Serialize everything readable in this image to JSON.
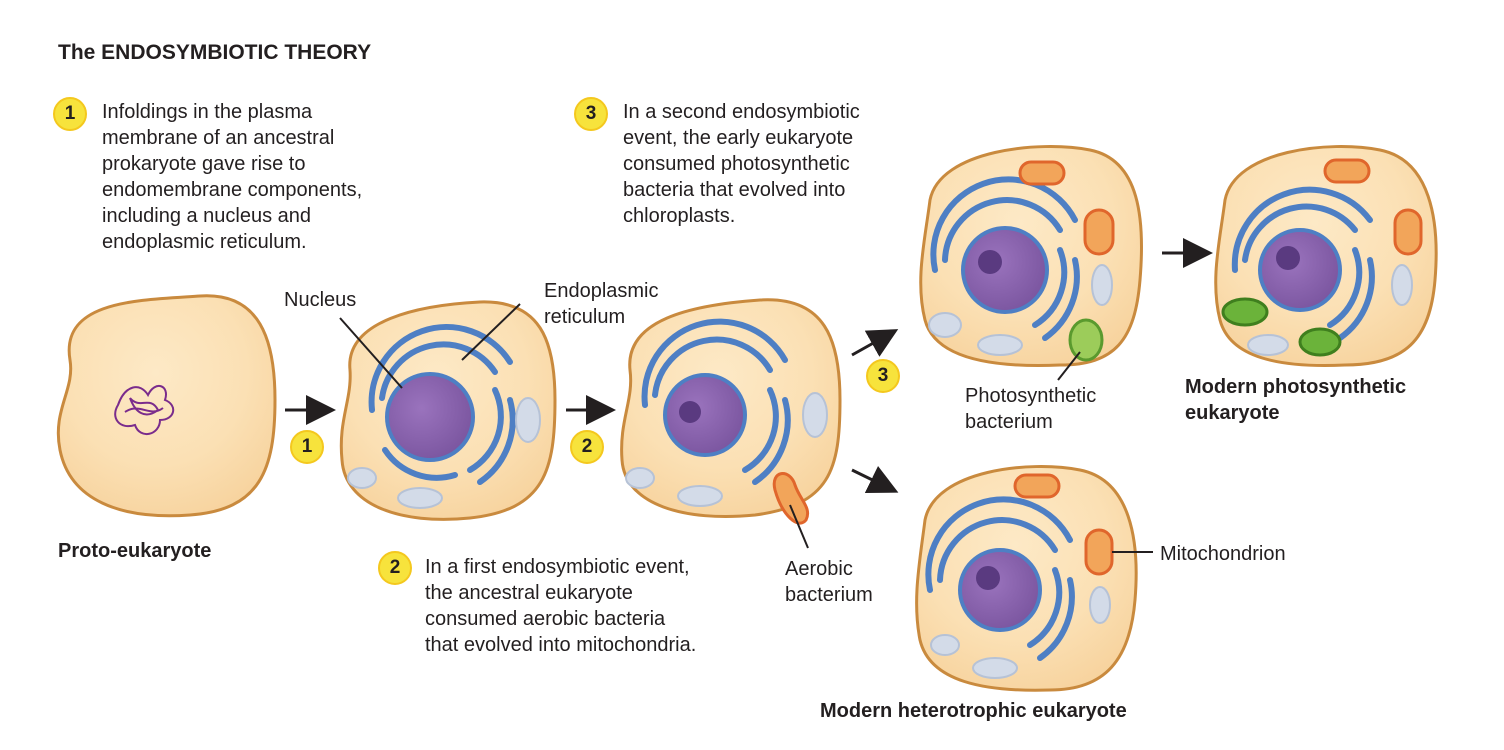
{
  "title": "The ENDOSYMBIOTIC THEORY",
  "steps": [
    {
      "number": "1",
      "text": "Infoldings in the plasma\nmembrane of an ancestral\nprokaryote gave rise to\nendomembrane components,\nincluding a nucleus and\nendoplasmic reticulum."
    },
    {
      "number": "2",
      "text": "In a first endosymbiotic event,\nthe ancestral eukaryote\nconsumed aerobic bacteria\nthat evolved into mitochondria."
    },
    {
      "number": "3",
      "text": "In a second endosymbiotic\nevent, the early eukaryote\nconsumed photosynthetic\nbacteria that evolved into\nchloroplasts."
    }
  ],
  "labels": {
    "nucleus": "Nucleus",
    "er": "Endoplasmic\nreticulum",
    "aerobic": "Aerobic\nbacterium",
    "photosynthetic": "Photosynthetic\nbacterium",
    "mitochondrion": "Mitochondrion"
  },
  "cells": {
    "proto": "Proto-eukaryote",
    "photo": "Modern photosynthetic\neukaryote",
    "hetero": "Modern heterotrophic eukaryote"
  },
  "colors": {
    "cytoplasm": "#fbe3bb",
    "membrane": "#c98a3e",
    "nucleus": "#8a63b0",
    "er": "#4e7fc4",
    "mitochondrion": "#e0662c",
    "chloroplast": "#6bb33a",
    "vacuole": "#d3dbe8",
    "badge": "#f7e33c"
  }
}
